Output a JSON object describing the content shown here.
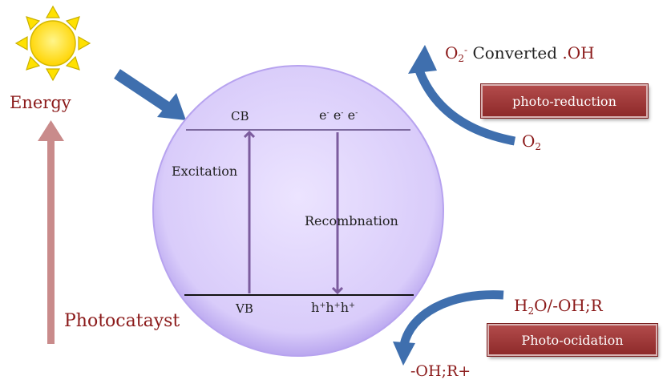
{
  "colors": {
    "sun_fill": "#ffe100",
    "sun_outline": "#c9b000",
    "circle_fill": "#dcd0fb",
    "circle_edge": "#b7a3ef",
    "band_line": "#7d6a9e",
    "arrow_purple": "#7c5c9e",
    "arrow_blue": "#3f6fae",
    "energy_arrow": "#c98b8b",
    "text_red": "#8b1a1a",
    "box_red": "#9e3434"
  },
  "icons": {
    "sun": "sun-icon",
    "energy_arrow": "up-arrow-icon",
    "light_arrow": "diagonal-arrow-icon",
    "curved_arrows": "curved-arrow-icon"
  },
  "labels": {
    "energy": "Energy",
    "photocatalyst": "Photocatayst",
    "cb": "CB",
    "vb": "VB",
    "excitation": "Excitation",
    "recombination": "Recombnation",
    "electron_base": "e",
    "electron_charge": "-",
    "hole_base": "h",
    "hole_charge": "+"
  },
  "reduction": {
    "product_o": "O",
    "product_sub": "2",
    "product_charge": "-",
    "product_text": " Converted ",
    "product_oh": ".OH",
    "reactant_o": "O",
    "reactant_sub": "2",
    "box_label": "photo-reduction"
  },
  "oxidation": {
    "reactant_h": "H",
    "reactant_sub": "2",
    "reactant_text": "O/-OH;R",
    "box_label": "Photo-ocidation",
    "product": "-OH;R+"
  }
}
